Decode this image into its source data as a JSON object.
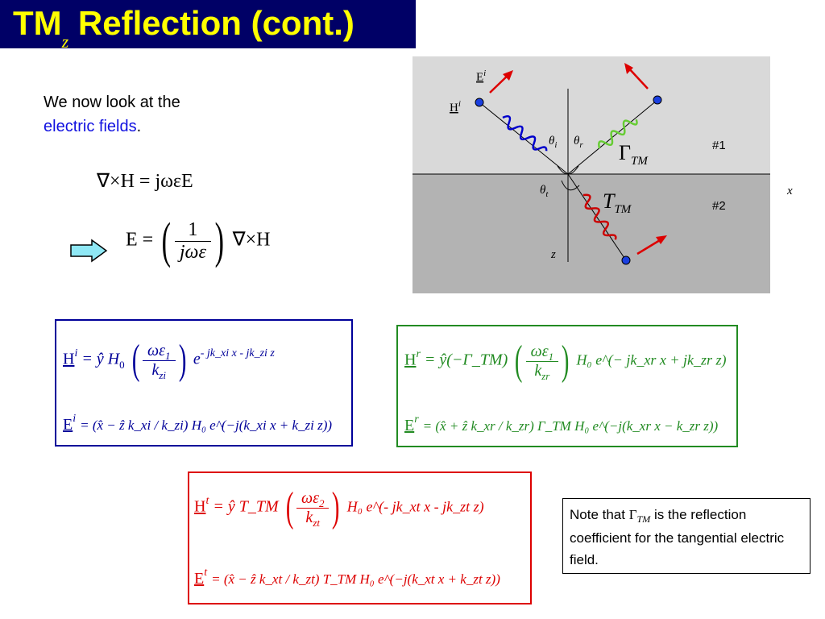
{
  "title": {
    "main": "TM",
    "subscript": "z",
    "rest": " Reflection (cont.)"
  },
  "intro": {
    "line1": "We now look at the",
    "line2": "electric fields",
    "period": "."
  },
  "equations": {
    "curl": "∇×H = jωεE",
    "e_from_h_lhs": "E =",
    "e_from_h_num": "1",
    "e_from_h_den": "jωε",
    "e_from_h_rhs": "∇×H"
  },
  "diagram": {
    "labels": {
      "E_i": "E",
      "E_i_sup": "i",
      "H_i": "H",
      "H_i_sup": "i",
      "theta_i": "θ",
      "theta_i_sub": "i",
      "theta_r": "θ",
      "theta_r_sub": "r",
      "theta_t": "θ",
      "theta_t_sub": "t",
      "gamma": "Γ",
      "gamma_sub": "TM",
      "T": "T",
      "T_sub": "TM",
      "region1": "#1",
      "region2": "#2",
      "x_axis": "x",
      "z_axis": "z"
    },
    "colors": {
      "region1": "#d9d9d9",
      "region2": "#b3b3b3",
      "incident_wave": "#0000cc",
      "reflected_wave": "#66cc33",
      "transmitted_wave": "#cc0000",
      "arrow": "#dd0000"
    }
  },
  "incident_box": {
    "H_lhs": "H",
    "H_sup": "i",
    "H_eq": "= ŷ H",
    "H_zero": "0",
    "H_num": "ωε",
    "H_num_sub": "1",
    "H_den": "k",
    "H_den_sub": "zi",
    "H_exp": "e",
    "H_exp_power": "- jk_xi x - jk_zi z",
    "E_lhs": "E",
    "E_sup": "i",
    "E_rhs": "= (x̂ − ẑ k_xi / k_zi) H₀ e^(−j(k_xi x + k_zi z))"
  },
  "reflected_box": {
    "H_lhs": "H",
    "H_sup": "r",
    "H_eq": "= ŷ(−Γ_TM)",
    "H_num": "ωε",
    "H_num_sub": "1",
    "H_den": "k",
    "H_den_sub": "zr",
    "H_tail": "H₀ e^(− jk_xr x + jk_zr z)",
    "E_lhs": "E",
    "E_sup": "r",
    "E_rhs": "= (x̂ + ẑ k_xr / k_zr) Γ_TM H₀ e^(−j(k_xr x − k_zr z))"
  },
  "transmitted_box": {
    "H_lhs": "H",
    "H_sup": "t",
    "H_eq": "= ŷ T_TM",
    "H_num": "ωε",
    "H_num_sub": "2",
    "H_den": "k",
    "H_den_sub": "zt",
    "H_tail": "H₀ e^(- jk_xt x - jk_zt z)",
    "E_lhs": "E",
    "E_sup": "t",
    "E_rhs": "= (x̂ − ẑ k_xt / k_zt) T_TM H₀ e^(−j(k_xt x + k_zt z))"
  },
  "note": {
    "prefix": "Note that ",
    "symbol": "Γ",
    "symbol_sub": "TM",
    "suffix": " is the reflection coefficient for the tangential electric field."
  }
}
